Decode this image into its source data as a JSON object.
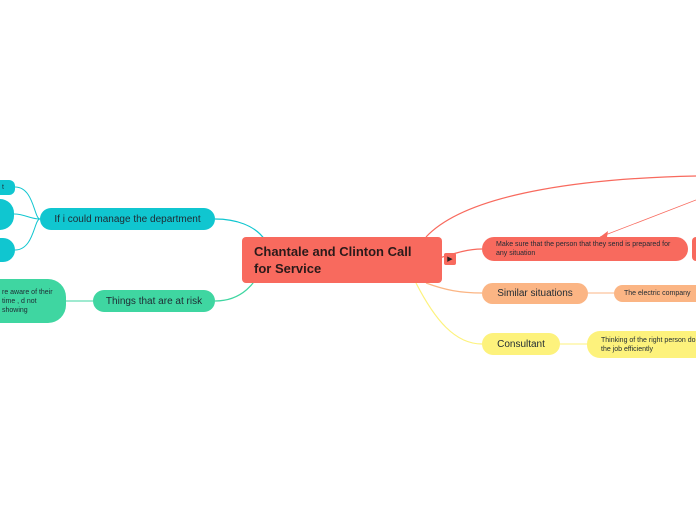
{
  "root": {
    "title": "Chantale and Clinton Call for Service"
  },
  "left_branches": [
    {
      "label": "If i could manage the department"
    },
    {
      "label": "Things that are at risk"
    }
  ],
  "left_subtopics": [
    {
      "label": "t"
    },
    {
      "label": ""
    },
    {
      "label": ""
    },
    {
      "label": "re aware of their time , d not showing"
    }
  ],
  "right_branches": [
    {
      "label": "Make sure that the person that they send is prepared for any situation"
    },
    {
      "label": "Similar situations"
    },
    {
      "label": "Consultant"
    }
  ],
  "right_subtopics": [
    {
      "label": "The electric company"
    },
    {
      "label": "Thinking of the right person do the job efficiently"
    }
  ],
  "colors": {
    "root": "#f86a5e",
    "teal": "#10c6d0",
    "green": "#3fd6a1",
    "red": "#f86a5e",
    "orange": "#fbb584",
    "yellow": "#fdf27c"
  }
}
